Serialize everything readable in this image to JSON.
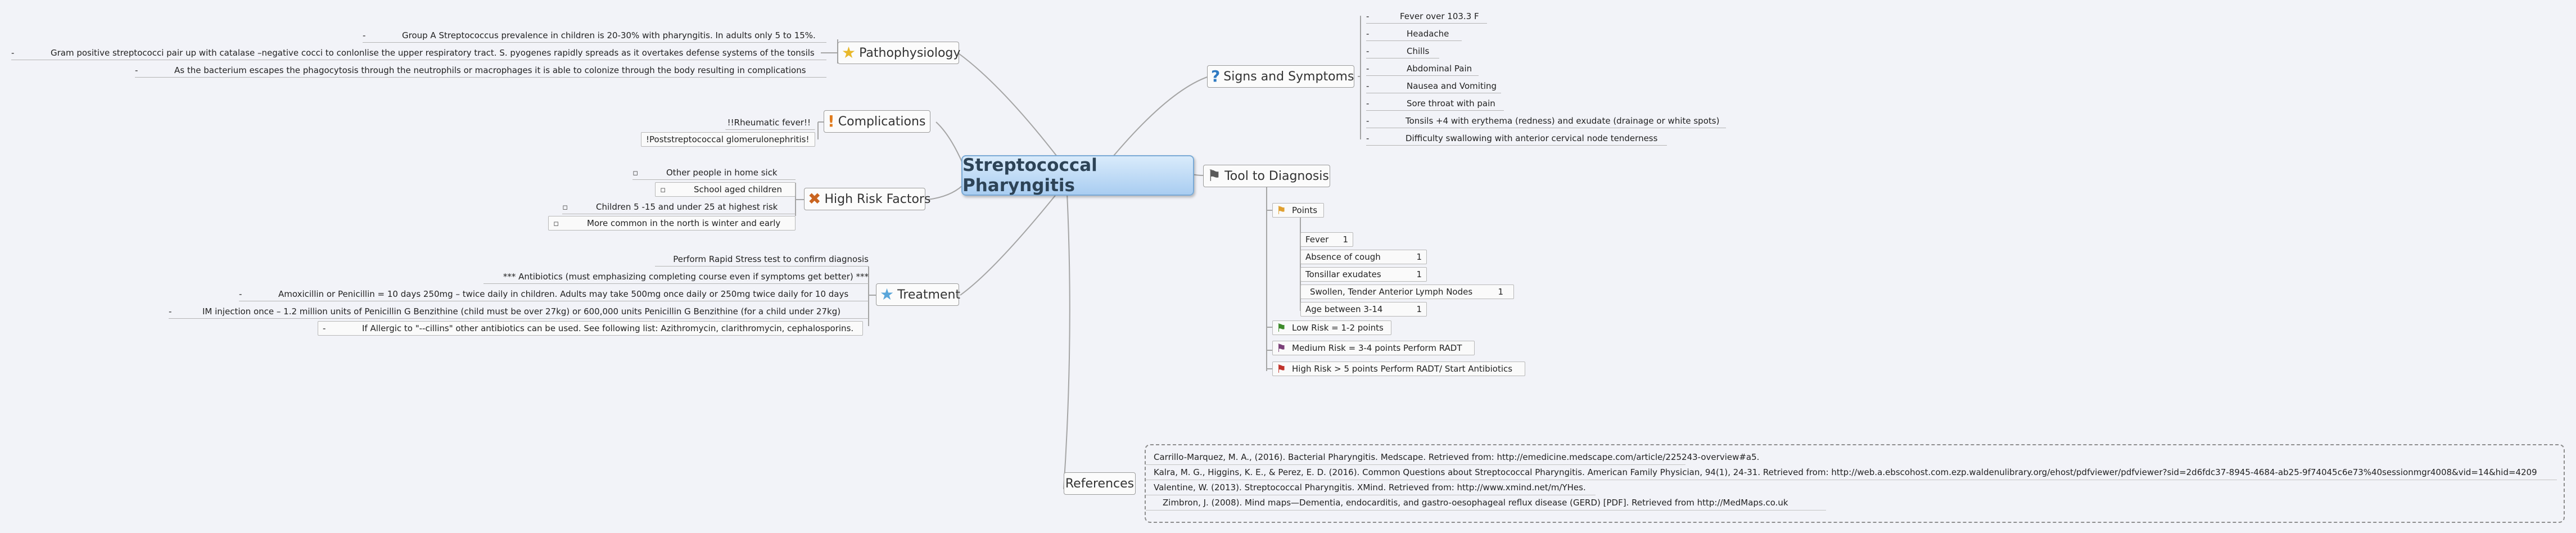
{
  "central_topic": "Streptococcal Pharyngitis",
  "branches": {
    "pathophysiology": {
      "label": "Pathophysiology",
      "icon": "star-icon",
      "items": [
        "Group A Streptococcus prevalence in children is 20-30% with pharyngitis. In adults only 5 to 15%.",
        "Gram positive streptococci pair up with catalase –negative cocci to conlonlise the upper respiratory tract. S. pyogenes rapidly spreads as it overtakes defense systems of the tonsils",
        "As the bacterium escapes the phagocytosis through the neutrophils or macrophages it is able to colonize through the body resulting in complications"
      ]
    },
    "complications": {
      "label": "Complications",
      "icon": "exclamation-icon",
      "items": [
        "!!Rheumatic fever!!",
        "!Poststreptococcal glomerulonephritis!"
      ]
    },
    "high_risk": {
      "label": "High Risk Factors",
      "icon": "cross-icon",
      "items": [
        "Other people in home sick",
        "School aged children",
        "Children 5 -15 and under 25 at highest risk",
        "More common in the north is winter and early"
      ]
    },
    "treatment": {
      "label": "Treatment",
      "icon": "star-icon",
      "items": [
        "Perform Rapid Stress test to confirm diagnosis",
        "*** Antibiotics (must emphasizing completing course even if symptoms get better) ***",
        "Amoxicillin or Penicillin = 10 days 250mg – twice daily in children. Adults may take 500mg once daily or 250mg twice daily for 10 days",
        "IM injection once – 1.2 million units of Penicillin G Benzithine (child must be over 27kg) or 600,000 units Penicillin G Benzithine (for a child under 27kg)",
        "If Allergic to \"--cillins\" other antibiotics can be used. See following list: Azithromycin, clarithromycin, cephalosporins."
      ]
    },
    "signs": {
      "label": "Signs and Symptoms",
      "icon": "question-icon",
      "items": [
        "Fever over 103.3 F",
        "Headache",
        "Chills",
        "Abdominal Pain",
        "Nausea and Vomiting",
        "Sore throat with pain",
        "Tonsils +4 with erythema (redness) and exudate (drainage or white spots)",
        "Difficulty swallowing with anterior cervical node tenderness"
      ]
    },
    "diagnosis": {
      "label": "Tool to Diagnosis",
      "icon": "flag-icon",
      "points_label": "Points",
      "points": [
        {
          "label": "Fever",
          "value": "1"
        },
        {
          "label": "Absence of cough",
          "value": "1"
        },
        {
          "label": "Tonsillar exudates",
          "value": "1"
        },
        {
          "label": "Swollen, Tender Anterior Lymph Nodes",
          "value": "1"
        },
        {
          "label": "Age between 3-14",
          "value": "1"
        }
      ],
      "risks": [
        {
          "label": "Low Risk = 1-2 points",
          "icon": "green-flag-icon",
          "color": "#3d8a2a"
        },
        {
          "label": "Medium Risk = 3-4 points Perform RADT",
          "icon": "purple-flag-icon",
          "color": "#7a3f78"
        },
        {
          "label": "High Risk > 5 points Perform RADT/ Start Antibiotics",
          "icon": "red-flag-icon",
          "color": "#c0322a"
        }
      ]
    },
    "references": {
      "label": "References",
      "items": [
        "Carrillo-Marquez, M. A., (2016). Bacterial Pharyngitis. Medscape. Retrieved from: http://emedicine.medscape.com/article/225243-overview#a5.",
        "Kalra, M. G., Higgins, K. E., & Perez, E. D. (2016). Common Questions about Streptococcal Pharyngitis. American Family Physician, 94(1), 24-31. Retrieved from: http://web.a.ebscohost.com.ezp.waldenulibrary.org/ehost/pdfviewer/pdfviewer?sid=2d6fdc37-8945-4684-ab25-9f74045c6e73%40sessionmgr4008&vid=14&hid=4209",
        "Valentine, W. (2013). Streptococcal Pharyngitis. XMind. Retrieved from: http://www.xmind.net/m/YHes.",
        "Zimbron, J. (2008). Mind maps—Dementia, endocarditis, and gastro-oesophageal reflux disease   (GERD) [PDF]. Retrieved from http://MedMaps.co.uk"
      ]
    }
  },
  "colors": {
    "central_fill": "#a9cdf1",
    "link_line": "#9a9a9a",
    "points_flag": "#e0a030"
  }
}
